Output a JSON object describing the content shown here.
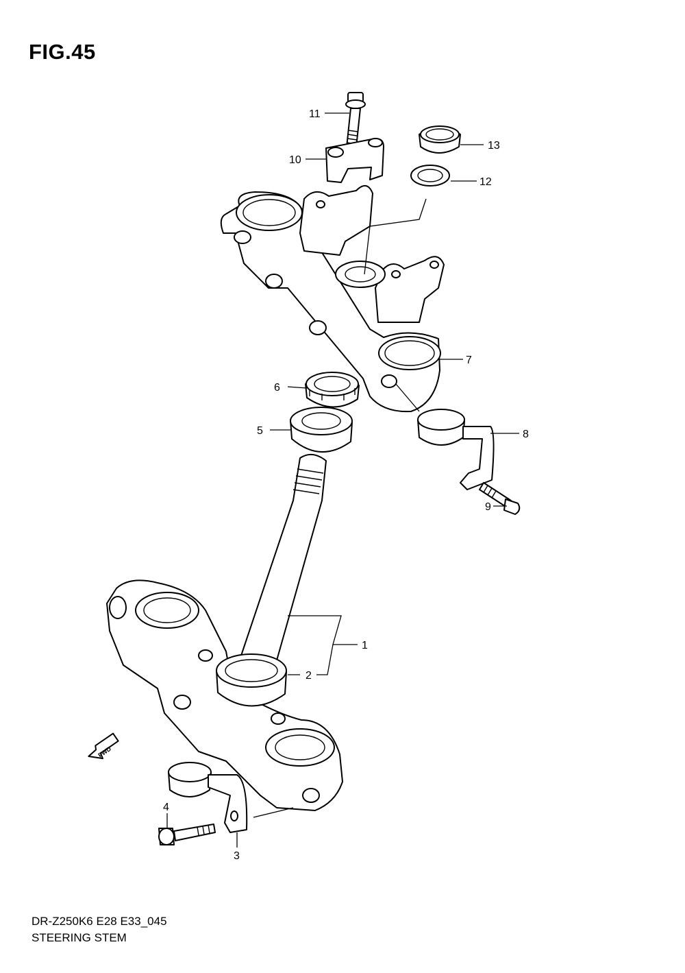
{
  "figure": {
    "title": "FIG.45"
  },
  "footer": {
    "code": "DR-Z250K6 E28 E33_045",
    "caption": "STEERING STEM"
  },
  "fwd_label": "FWD",
  "callouts": {
    "c1": "1",
    "c2": "2",
    "c3": "3",
    "c4": "4",
    "c5": "5",
    "c6": "6",
    "c7": "7",
    "c8": "8",
    "c9": "9",
    "c10": "10",
    "c11": "11",
    "c12": "12",
    "c13": "13"
  }
}
